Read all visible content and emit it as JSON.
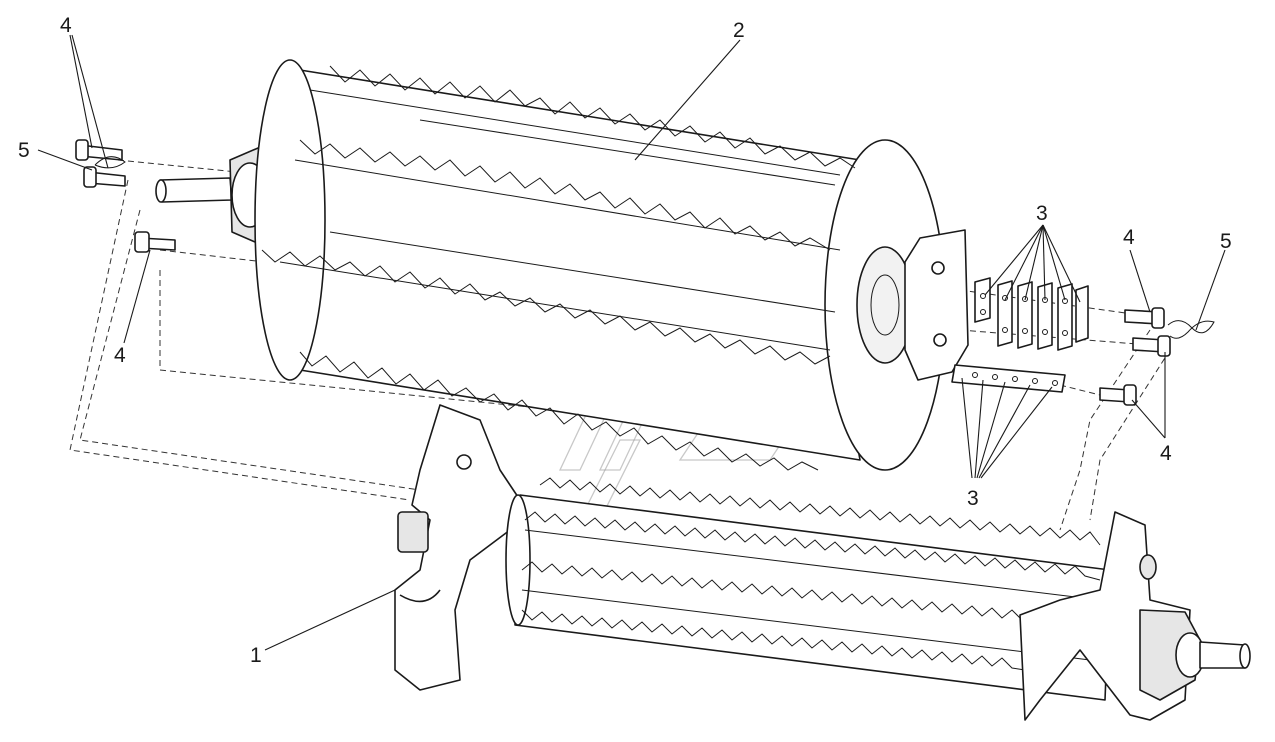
{
  "callouts": {
    "frame": "1",
    "drum": "2",
    "bars_top": "3",
    "bars_bottom": "3",
    "bolts_left_top": "4",
    "bolts_left_bottom": "4",
    "bolts_right_top": "4",
    "bolts_right_bottom": "4",
    "wire_left": "5",
    "wire_right": "5"
  },
  "colors": {
    "line": "#1a1a1a",
    "part_fill": "#ffffff",
    "shade": "#d9d9d9",
    "watermark": "#9a9a9a"
  }
}
